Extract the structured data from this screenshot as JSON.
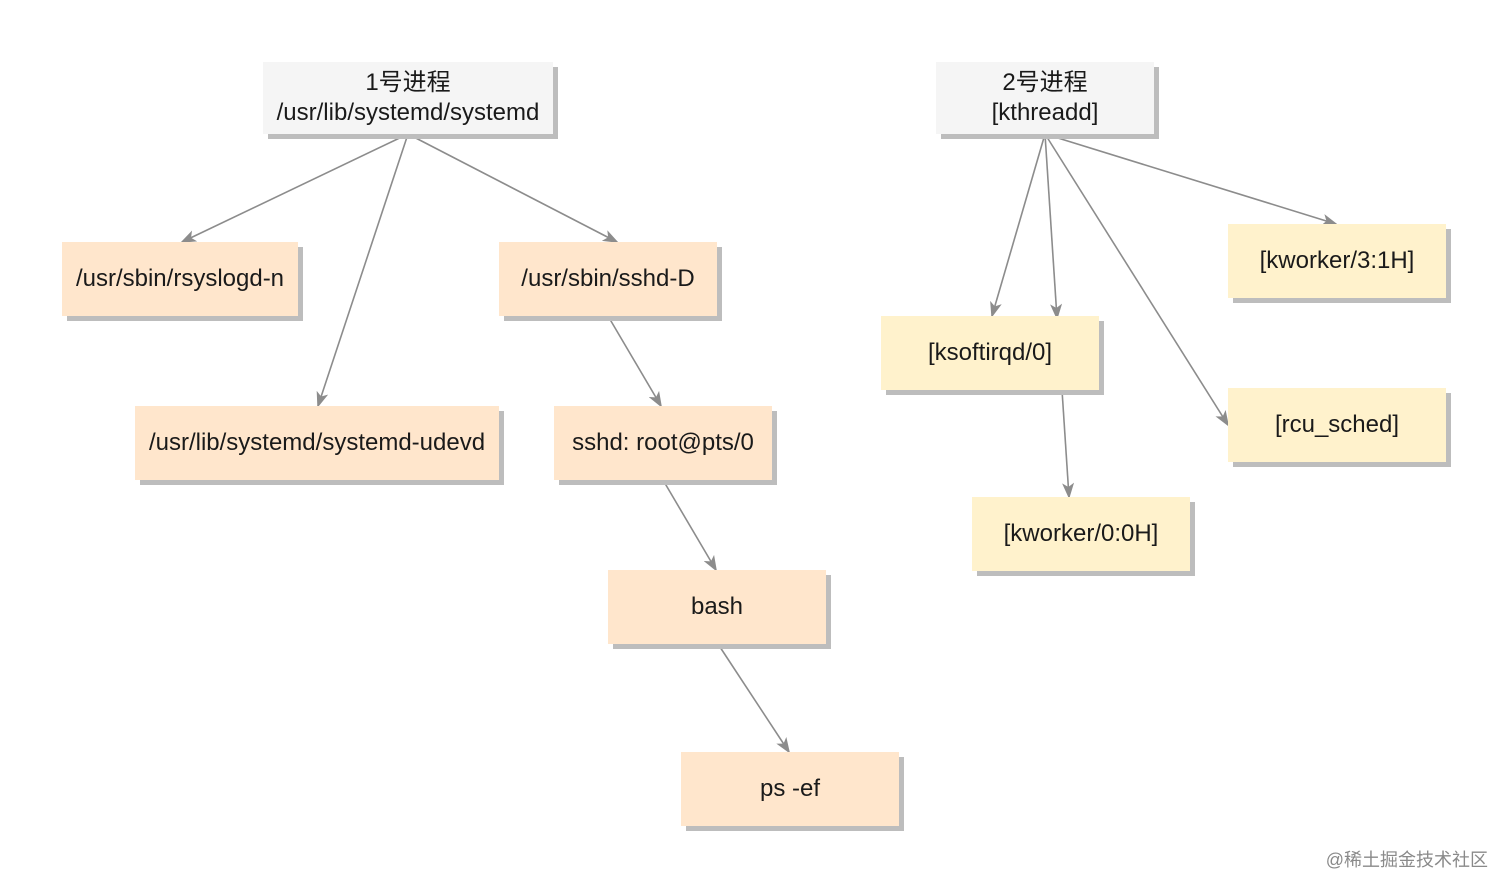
{
  "nodes": {
    "p1": {
      "line1": "1号进程",
      "line2": "/usr/lib/systemd/systemd"
    },
    "rsyslogd": {
      "label": "/usr/sbin/rsyslogd-n"
    },
    "udevd": {
      "label": "/usr/lib/systemd/systemd-udevd"
    },
    "sshd": {
      "label": "/usr/sbin/sshd-D"
    },
    "sshd_root": {
      "label": "sshd: root@pts/0"
    },
    "bash": {
      "label": "bash"
    },
    "ps": {
      "label": "ps -ef"
    },
    "p2": {
      "line1": "2号进程",
      "line2": "[kthreadd]"
    },
    "ksoftirqd": {
      "label": "[ksoftirqd/0]"
    },
    "kworker00": {
      "label": "[kworker/0:0H]"
    },
    "kworker31": {
      "label": "[kworker/3:1H]"
    },
    "rcu": {
      "label": "[rcu_sched]"
    }
  },
  "watermark": "@稀土掘金技术社区",
  "colors": {
    "root_fill": "#f5f5f5",
    "user_fill": "#ffe6cc",
    "kernel_fill": "#fff2cc",
    "edge": "#8c8c8c",
    "shadow": "#bdbdbd"
  }
}
